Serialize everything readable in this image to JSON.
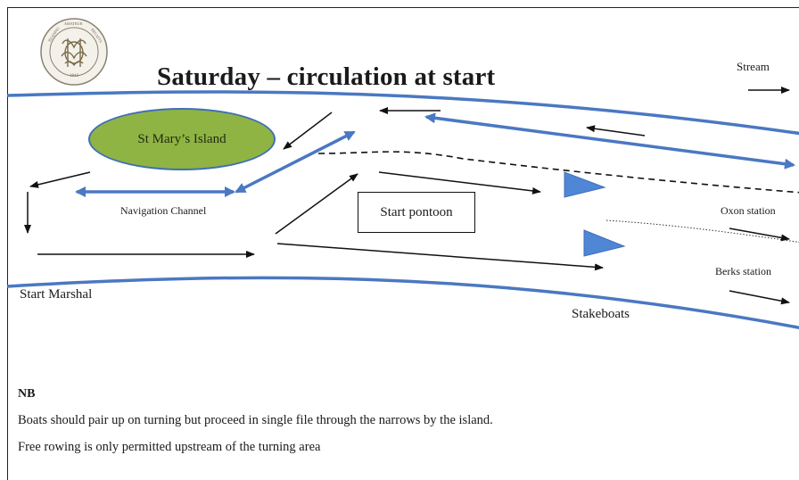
{
  "title": "Saturday – circulation at start",
  "labels": {
    "island": "St Mary’s Island",
    "navigation_channel": "Navigation Channel",
    "start_pontoon": "Start pontoon",
    "stream": "Stream",
    "oxon_station": "Oxon station",
    "berks_station": "Berks station",
    "start_marshal": "Start Marshal",
    "stakeboats": "Stakeboats"
  },
  "logo": {
    "ring_text": "READING AMATEUR REGATTA",
    "year": "1842"
  },
  "notes": {
    "heading": "NB",
    "line1": "Boats should pair up on turning but proceed in single file through the narrows by the island.",
    "line2": "Free rowing is only permitted upstream of the turning area"
  },
  "colors": {
    "river_bank": "#4a78c2",
    "island_fill": "#8fb443",
    "stakeboat_fill": "#4f86d6",
    "arrow": "#111111"
  }
}
